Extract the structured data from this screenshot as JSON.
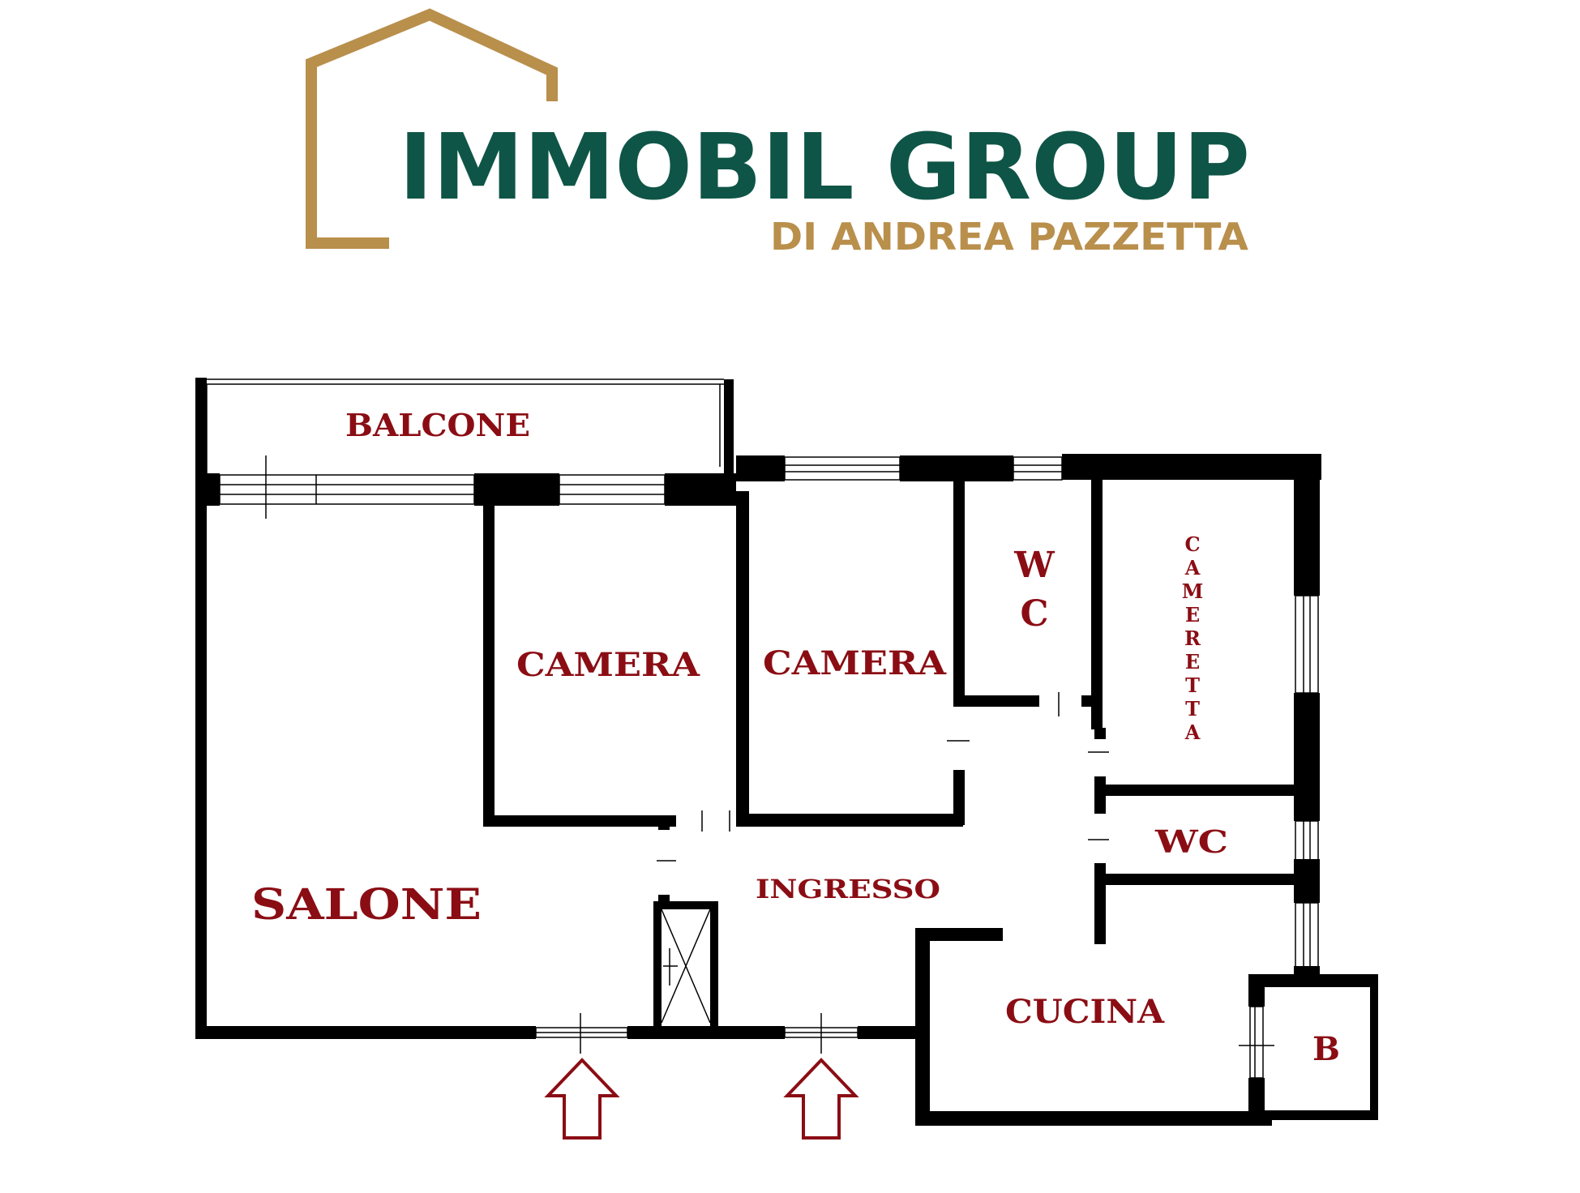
{
  "logo": {
    "title": "IMMOBIL GROUP",
    "subtitle": "DI ANDREA PAZZETTA",
    "color_primary": "#0f5547",
    "color_accent": "#b98f4c"
  },
  "plan": {
    "wall_color": "#000000",
    "label_color": "#8b0d14",
    "rooms": {
      "balcone": "BALCONE",
      "camera_1": "CAMERA",
      "camera_2": "CAMERA",
      "wc_1_line_1": "W",
      "wc_1_line_2": "C",
      "cameretta": [
        "C",
        "A",
        "M",
        "E",
        "R",
        "E",
        "T",
        "T",
        "A"
      ],
      "wc_2": "WC",
      "salone": "SALONE",
      "ingresso": "INGRESSO",
      "cucina": "CUCINA",
      "ripostiglio": "B"
    },
    "entrance_arrows": [
      "entrance-arrow-left",
      "entrance-arrow-right"
    ]
  }
}
